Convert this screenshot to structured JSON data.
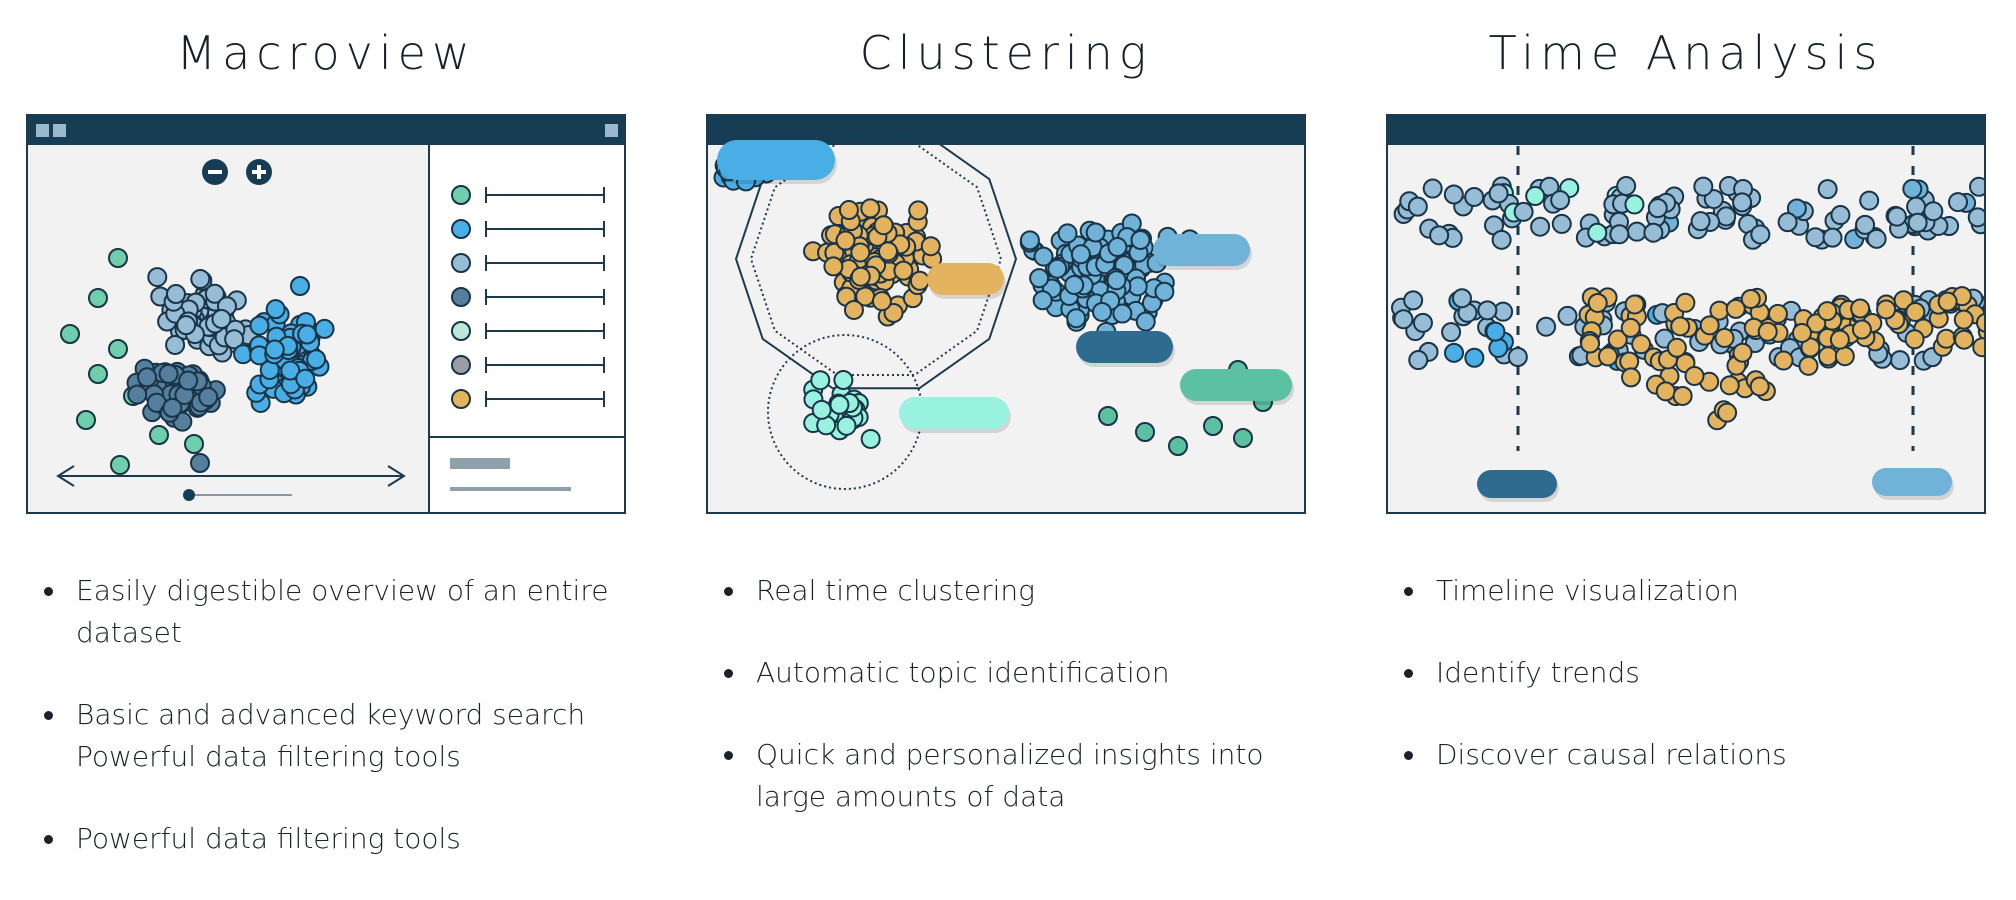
{
  "columns": [
    {
      "title": "Macroview",
      "bullets": [
        "Easily digestible overview of an entire dataset",
        "Basic and advanced keyword search Powerful data filtering tools",
        "Powerful data filtering tools"
      ]
    },
    {
      "title": "Clustering",
      "bullets": [
        "Real time clustering",
        "Automatic topic identification",
        "Quick and personalized insights into large amounts of data"
      ]
    },
    {
      "title": "Time Analysis",
      "bullets": [
        "Timeline visualization",
        "Identify trends",
        "Discover causal relations"
      ]
    }
  ],
  "colors": {
    "frame": "#1b3a4f",
    "header": "#173d55",
    "panel_bg": "#f2f2f3",
    "teal": "#6fcfac",
    "bright_blue": "#4aaee6",
    "light_blue": "#96bcd6",
    "slate": "#557f9c",
    "mint": "#bfe8dc",
    "gray": "#9a9ea3",
    "gold": "#e3b35f",
    "aqua": "#99f2e0",
    "steel_blue": "#70b2d8",
    "navy_pill": "#2f6a8f",
    "green_pill": "#5cc1a0"
  },
  "macroview": {
    "legend": [
      "teal",
      "bright_blue",
      "light_blue",
      "slate",
      "mint",
      "gray",
      "gold"
    ]
  },
  "clustering": {
    "pills": [
      "bright_blue",
      "gold",
      "steel_blue",
      "navy_pill",
      "green_pill",
      "aqua"
    ]
  },
  "time_analysis": {
    "markers": [
      "navy_pill",
      "steel_blue"
    ]
  }
}
